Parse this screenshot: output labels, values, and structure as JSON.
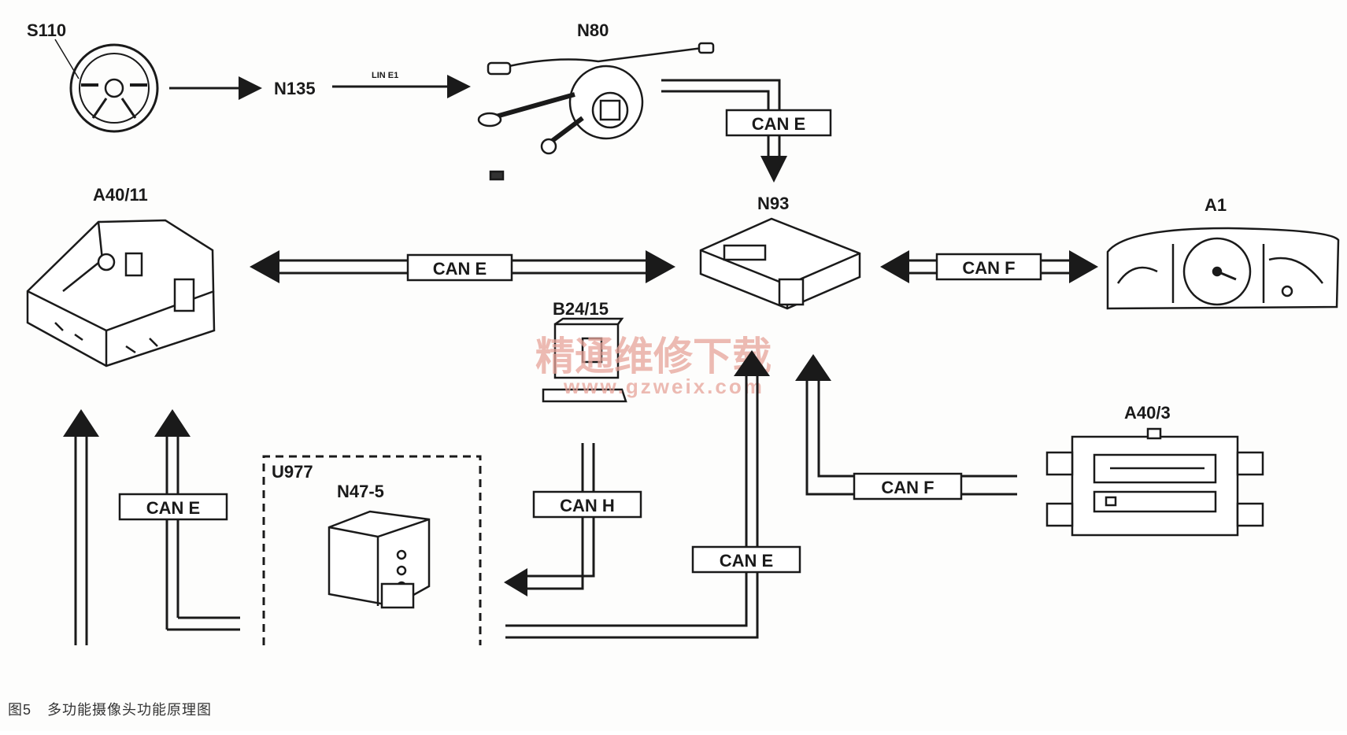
{
  "components": {
    "s110": "S110",
    "n135": "N135",
    "lin_e1": "LIN E1",
    "n80": "N80",
    "n93": "N93",
    "a40_11": "A40/11",
    "a1": "A1",
    "b24_15": "B24/15",
    "u977": "U977",
    "n47_5": "N47-5",
    "a40_3": "A40/3"
  },
  "bus_labels": {
    "n80_to_n93": "CAN E",
    "a40_11_to_n93": "CAN E",
    "n93_to_a1": "CAN F",
    "a40_3_to_n93": "CAN F",
    "u977_to_n93": "CAN E",
    "b24_15_to_n47_5": "CAN H",
    "u977_to_a40_11": "CAN E"
  },
  "watermark": {
    "text": "精通维修下载",
    "url": "www.gzweix.com"
  },
  "caption": {
    "figure_number": "图5",
    "title": "多功能摄像头功能原理图"
  }
}
